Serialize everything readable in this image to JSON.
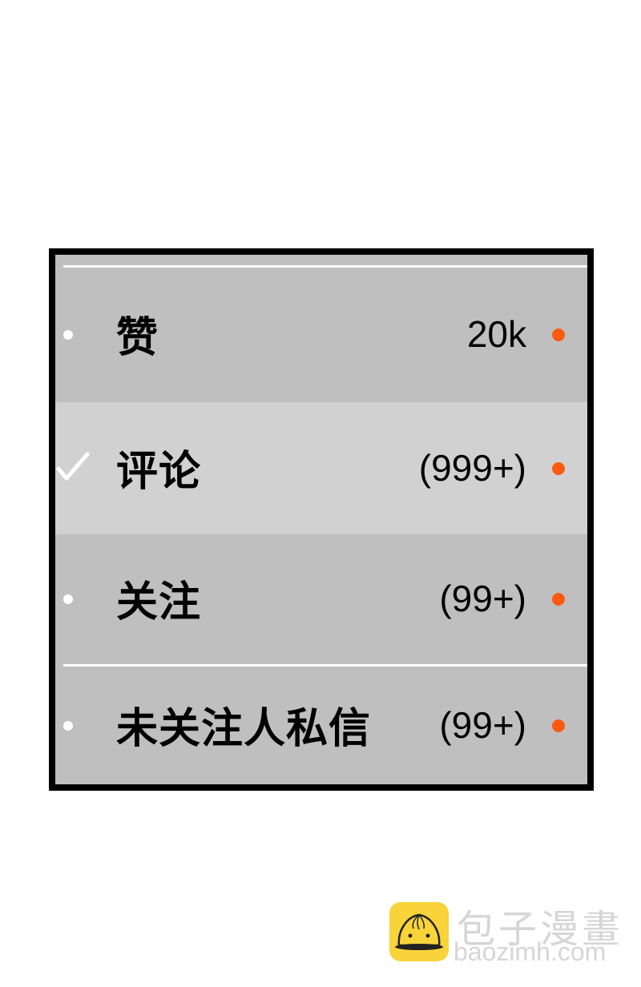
{
  "menu": {
    "items": [
      {
        "label": "赞",
        "count": "20k",
        "selected": false,
        "marker": "dot"
      },
      {
        "label": "评论",
        "count": "(999+)",
        "selected": true,
        "marker": "check"
      },
      {
        "label": "关注",
        "count": "(99+)",
        "selected": false,
        "marker": "dot"
      },
      {
        "label": "未关注人私信",
        "count": "(99+)",
        "selected": false,
        "marker": "dot"
      }
    ]
  },
  "colors": {
    "panel_bg": "#bfbfbf",
    "selected_bg": "#d1d1d1",
    "border": "#000000",
    "badge": "#ff5a10",
    "marker": "#ffffff"
  },
  "watermark": {
    "title": "包子漫畫",
    "url": "baozimh.com"
  }
}
